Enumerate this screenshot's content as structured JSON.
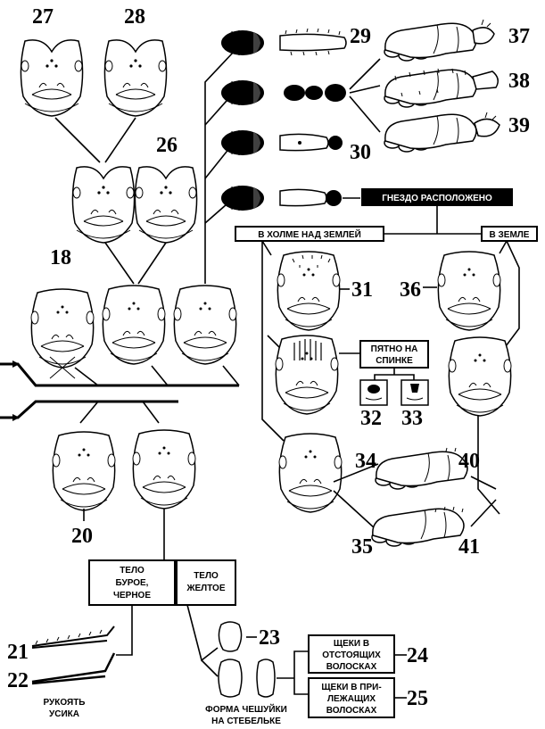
{
  "figure_numbers": {
    "n18": "18",
    "n20": "20",
    "n21": "21",
    "n22": "22",
    "n23": "23",
    "n24": "24",
    "n25": "25",
    "n26": "26",
    "n27": "27",
    "n28": "28",
    "n29": "29",
    "n30": "30",
    "n31": "31",
    "n32": "32",
    "n33": "33",
    "n34": "34",
    "n35": "35",
    "n36": "36",
    "n37": "37",
    "n38": "38",
    "n39": "39",
    "n40": "40",
    "n41": "41"
  },
  "labels": {
    "nest_location": "ГНЕЗДО РАСПОЛОЖЕНО",
    "in_mound": "В ХОЛМЕ НАД ЗЕМЛЕЙ",
    "in_ground": "В ЗЕМЛЕ",
    "spot_line1": "ПЯТНО НА",
    "spot_line2": "СПИНКЕ",
    "body_dark_line1": "ТЕЛО",
    "body_dark_line2": "БУРОЕ,",
    "body_dark_line3": "ЧЕРНОЕ",
    "body_yellow_line1": "ТЕЛО",
    "body_yellow_line2": "ЖЕЛТОЕ",
    "cheeks_erect_line1": "ЩЕКИ В",
    "cheeks_erect_line2": "ОТСТОЯЩИХ",
    "cheeks_erect_line3": "ВОЛОСКАХ",
    "cheeks_adpressed_line1": "ЩЕКИ В ПРИ-",
    "cheeks_adpressed_line2": "ЛЕЖАЩИХ",
    "cheeks_adpressed_line3": "ВОЛОСКАХ",
    "antenna_line1": "РУКОЯТЬ",
    "antenna_line2": "УСИКА",
    "scale_line1": "ФОРМА ЧЕШУЙКИ",
    "scale_line2": "НА СТЕБЕЛЬКЕ"
  },
  "icons": [
    "ant-head",
    "ant-abdomen-silhouette",
    "ant-thorax-side-view",
    "antenna-scape",
    "petiole-scale",
    "pronotum-spot",
    "arrow-right-icon"
  ],
  "colors": {
    "ink": "#000000",
    "paper": "#ffffff"
  }
}
